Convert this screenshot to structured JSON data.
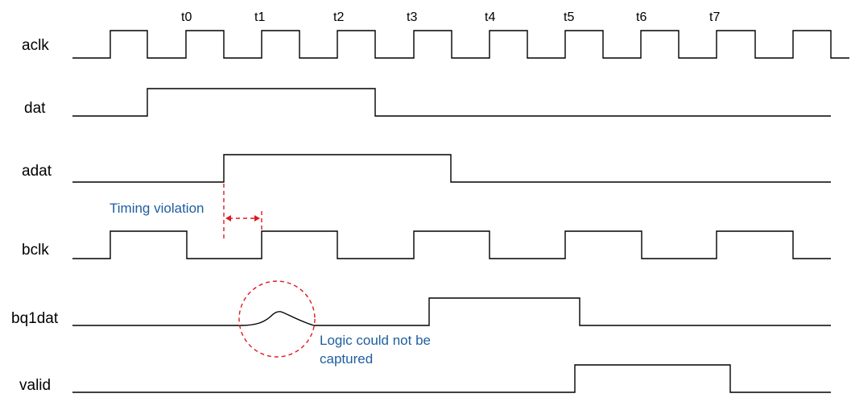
{
  "signals": [
    {
      "name": "aclk",
      "kind": "clock"
    },
    {
      "name": "dat",
      "kind": "data"
    },
    {
      "name": "adat",
      "kind": "data"
    },
    {
      "name": "bclk",
      "kind": "clock"
    },
    {
      "name": "bq1dat",
      "kind": "data"
    },
    {
      "name": "valid",
      "kind": "data"
    }
  ],
  "time_markers": [
    "t0",
    "t1",
    "t2",
    "t3",
    "t4",
    "t5",
    "t6",
    "t7"
  ],
  "annotations": {
    "timing_violation": "Timing violation",
    "capture_line1": "Logic could not be",
    "capture_line2": "captured"
  },
  "colors": {
    "waveform": "#000000",
    "annotation_text": "#1f5fa0",
    "violation_marker": "#e0191f"
  }
}
